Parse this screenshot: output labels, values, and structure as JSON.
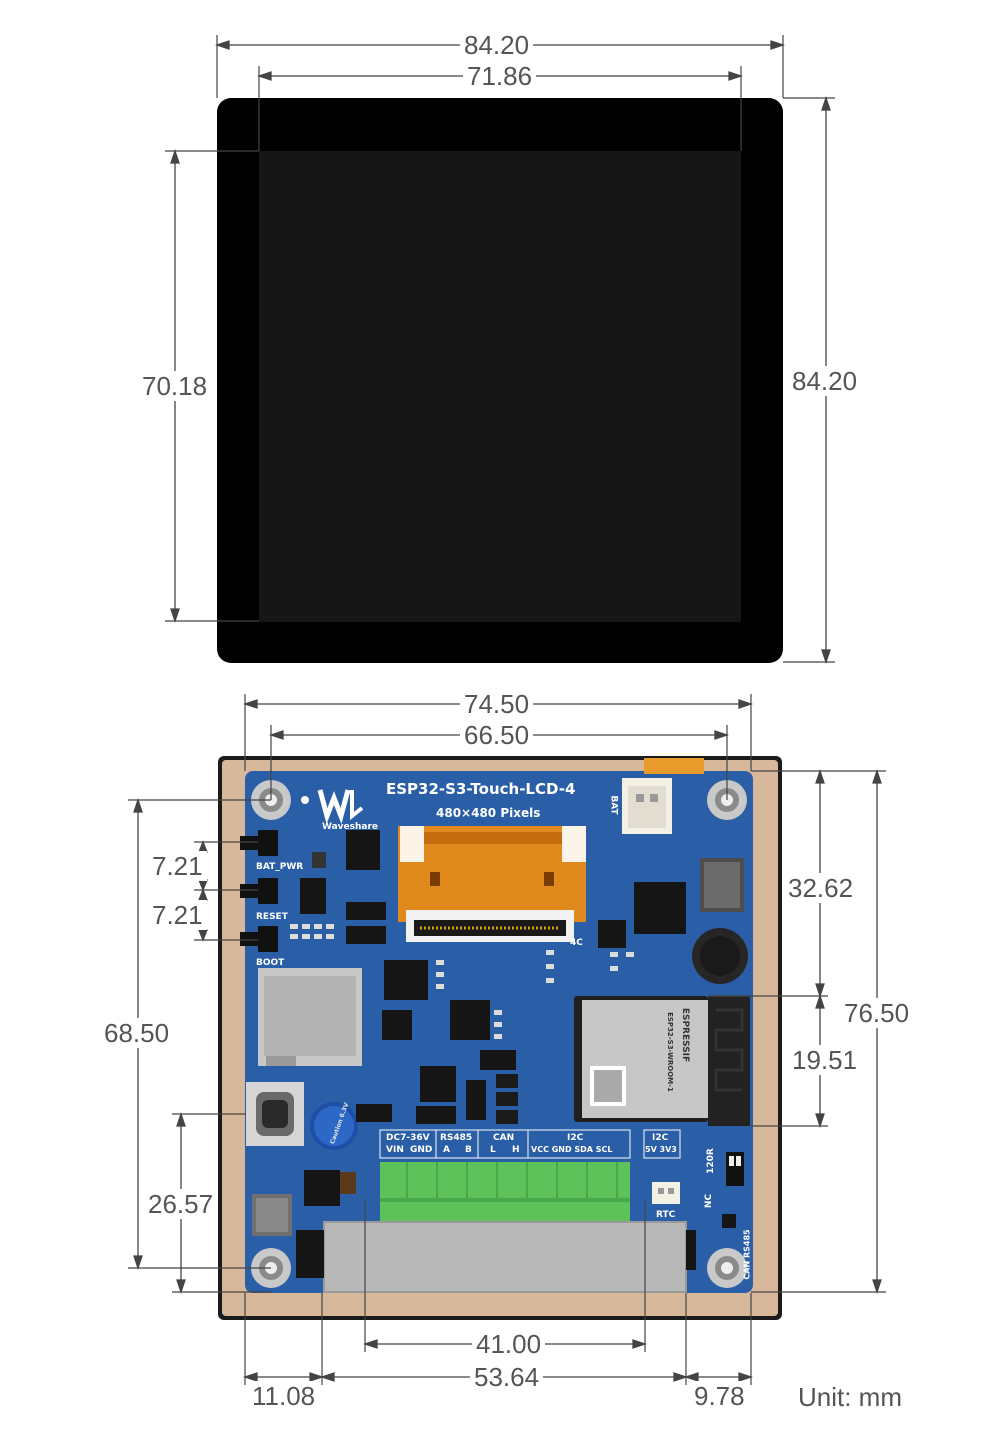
{
  "front_view": {
    "dimensions": {
      "outer_width": "84.20",
      "display_width": "71.86",
      "display_height": "70.18",
      "outer_height": "84.20"
    }
  },
  "back_view": {
    "dimensions": {
      "board_width": "74.50",
      "hole_spacing_x": "66.50",
      "button_spacing_1": "7.21",
      "button_spacing_2": "7.21",
      "hole_spacing_y": "68.50",
      "usb_position": "26.57",
      "top_to_module": "32.62",
      "module_height": "19.51",
      "board_height": "76.50",
      "terminal_width": "41.00",
      "left_offset": "11.08",
      "bottom_span": "53.64",
      "right_offset": "9.78"
    },
    "silkscreen": {
      "product_name": "ESP32-S3-Touch-LCD-4",
      "resolution": "480×480 Pixels",
      "brand": "Waveshare",
      "bat_pwr": "BAT_PWR",
      "reset": "RESET",
      "boot": "BOOT",
      "bat": "BAT",
      "fpc_label": "4C",
      "module_brand": "ESPRESSIF",
      "module_model": "ESP32-S3-WROOM-1",
      "dc_header": "DC7-36V",
      "vin": "VIN",
      "gnd": "GND",
      "rs485_header": "RS485",
      "a": "A",
      "b": "B",
      "can_header": "CAN",
      "l": "L",
      "h": "H",
      "i2c_header": "I2C",
      "i2c_pins": "VCC GND SDA SCL",
      "i2c_right_header": "I2C",
      "i2c_right_pins": "5V 3V3",
      "rtc": "RTC",
      "r120": "120R",
      "can_rs485": "CAN RS485",
      "nc": "NC",
      "cap_label": "Caution 6.3V"
    }
  },
  "unit_label": "Unit: mm",
  "colors": {
    "pcb": "#2a5ea6",
    "frame": "#d8b89a",
    "terminal": "#5ec25a",
    "fpc": "#e08a1e",
    "screen": "#141414",
    "bezel": "#000000"
  }
}
